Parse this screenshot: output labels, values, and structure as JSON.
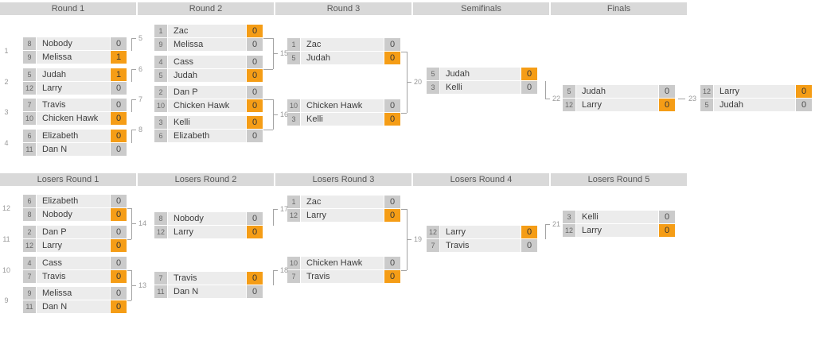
{
  "colors": {
    "accent": "#F59D16",
    "header_bg": "#D9D9D9",
    "name_bg": "#ECECEC",
    "box_bg": "#CBCBCB",
    "line": "#A3A3A3",
    "page_bg": "#FFFFFF"
  },
  "winners": {
    "rounds": [
      {
        "header": "Round 1",
        "matches": [
          {
            "label": "1",
            "players": [
              {
                "seed": "8",
                "name": "Nobody",
                "score": "0",
                "winner": false
              },
              {
                "seed": "9",
                "name": "Melissa",
                "score": "1",
                "winner": true
              }
            ]
          },
          {
            "label": "2",
            "players": [
              {
                "seed": "5",
                "name": "Judah",
                "score": "1",
                "winner": true
              },
              {
                "seed": "12",
                "name": "Larry",
                "score": "0",
                "winner": false
              }
            ]
          },
          {
            "label": "3",
            "players": [
              {
                "seed": "7",
                "name": "Travis",
                "score": "0",
                "winner": false
              },
              {
                "seed": "10",
                "name": "Chicken Hawk",
                "score": "0",
                "winner": true
              }
            ]
          },
          {
            "label": "4",
            "players": [
              {
                "seed": "6",
                "name": "Elizabeth",
                "score": "0",
                "winner": true
              },
              {
                "seed": "11",
                "name": "Dan N",
                "score": "0",
                "winner": false
              }
            ]
          }
        ]
      },
      {
        "header": "Round 2",
        "matches": [
          {
            "players": [
              {
                "seed": "1",
                "name": "Zac",
                "score": "0",
                "winner": true
              },
              {
                "seed": "9",
                "name": "Melissa",
                "score": "0",
                "winner": false
              }
            ]
          },
          {
            "players": [
              {
                "seed": "4",
                "name": "Cass",
                "score": "0",
                "winner": false
              },
              {
                "seed": "5",
                "name": "Judah",
                "score": "0",
                "winner": true
              }
            ]
          },
          {
            "players": [
              {
                "seed": "2",
                "name": "Dan P",
                "score": "0",
                "winner": false
              },
              {
                "seed": "10",
                "name": "Chicken Hawk",
                "score": "0",
                "winner": true
              }
            ]
          },
          {
            "players": [
              {
                "seed": "3",
                "name": "Kelli",
                "score": "0",
                "winner": true
              },
              {
                "seed": "6",
                "name": "Elizabeth",
                "score": "0",
                "winner": false
              }
            ]
          }
        ]
      },
      {
        "header": "Round 3",
        "matches": [
          {
            "players": [
              {
                "seed": "1",
                "name": "Zac",
                "score": "0",
                "winner": false
              },
              {
                "seed": "5",
                "name": "Judah",
                "score": "0",
                "winner": true
              }
            ]
          },
          {
            "players": [
              {
                "seed": "10",
                "name": "Chicken Hawk",
                "score": "0",
                "winner": false
              },
              {
                "seed": "3",
                "name": "Kelli",
                "score": "0",
                "winner": true
              }
            ]
          }
        ]
      },
      {
        "header": "Semifinals",
        "matches": [
          {
            "players": [
              {
                "seed": "5",
                "name": "Judah",
                "score": "0",
                "winner": true
              },
              {
                "seed": "3",
                "name": "Kelli",
                "score": "0",
                "winner": false
              }
            ]
          }
        ]
      },
      {
        "header": "Finals",
        "matches": [
          {
            "players": [
              {
                "seed": "5",
                "name": "Judah",
                "score": "0",
                "winner": false
              },
              {
                "seed": "12",
                "name": "Larry",
                "score": "0",
                "winner": true
              }
            ]
          }
        ]
      },
      {
        "header": "",
        "matches": [
          {
            "players": [
              {
                "seed": "12",
                "name": "Larry",
                "score": "0",
                "winner": true
              },
              {
                "seed": "5",
                "name": "Judah",
                "score": "0",
                "winner": false
              }
            ]
          }
        ]
      }
    ]
  },
  "losers": {
    "rounds": [
      {
        "header": "Losers Round 1",
        "matches": [
          {
            "label": "12",
            "players": [
              {
                "seed": "6",
                "name": "Elizabeth",
                "score": "0",
                "winner": false
              },
              {
                "seed": "8",
                "name": "Nobody",
                "score": "0",
                "winner": true
              }
            ]
          },
          {
            "label": "11",
            "players": [
              {
                "seed": "2",
                "name": "Dan P",
                "score": "0",
                "winner": false
              },
              {
                "seed": "12",
                "name": "Larry",
                "score": "0",
                "winner": true
              }
            ]
          },
          {
            "label": "10",
            "players": [
              {
                "seed": "4",
                "name": "Cass",
                "score": "0",
                "winner": false
              },
              {
                "seed": "7",
                "name": "Travis",
                "score": "0",
                "winner": true
              }
            ]
          },
          {
            "label": "9",
            "players": [
              {
                "seed": "9",
                "name": "Melissa",
                "score": "0",
                "winner": false
              },
              {
                "seed": "11",
                "name": "Dan N",
                "score": "0",
                "winner": true
              }
            ]
          }
        ]
      },
      {
        "header": "Losers Round 2",
        "matches": [
          {
            "players": [
              {
                "seed": "8",
                "name": "Nobody",
                "score": "0",
                "winner": false
              },
              {
                "seed": "12",
                "name": "Larry",
                "score": "0",
                "winner": true
              }
            ]
          },
          {
            "players": [
              {
                "seed": "7",
                "name": "Travis",
                "score": "0",
                "winner": true
              },
              {
                "seed": "11",
                "name": "Dan N",
                "score": "0",
                "winner": false
              }
            ]
          }
        ]
      },
      {
        "header": "Losers Round 3",
        "matches": [
          {
            "players": [
              {
                "seed": "1",
                "name": "Zac",
                "score": "0",
                "winner": false
              },
              {
                "seed": "12",
                "name": "Larry",
                "score": "0",
                "winner": true
              }
            ]
          },
          {
            "players": [
              {
                "seed": "10",
                "name": "Chicken Hawk",
                "score": "0",
                "winner": false
              },
              {
                "seed": "7",
                "name": "Travis",
                "score": "0",
                "winner": true
              }
            ]
          }
        ]
      },
      {
        "header": "Losers Round 4",
        "matches": [
          {
            "players": [
              {
                "seed": "12",
                "name": "Larry",
                "score": "0",
                "winner": true
              },
              {
                "seed": "7",
                "name": "Travis",
                "score": "0",
                "winner": false
              }
            ]
          }
        ]
      },
      {
        "header": "Losers Round 5",
        "matches": [
          {
            "players": [
              {
                "seed": "3",
                "name": "Kelli",
                "score": "0",
                "winner": false
              },
              {
                "seed": "12",
                "name": "Larry",
                "score": "0",
                "winner": true
              }
            ]
          }
        ]
      }
    ]
  },
  "connectors": {
    "winners": [
      {
        "type": "elbow",
        "label": "5",
        "from": [
          0,
          0
        ],
        "to": [
          1,
          0
        ]
      },
      {
        "type": "elbow",
        "label": "6",
        "from": [
          0,
          1
        ],
        "to": [
          1,
          1
        ]
      },
      {
        "type": "elbow",
        "label": "7",
        "from": [
          0,
          2
        ],
        "to": [
          1,
          2
        ]
      },
      {
        "type": "elbow",
        "label": "8",
        "from": [
          0,
          3
        ],
        "to": [
          1,
          3
        ]
      },
      {
        "type": "converge",
        "label": "15",
        "from": [
          1,
          0,
          1
        ],
        "to": [
          2,
          0
        ]
      },
      {
        "type": "converge",
        "label": "16",
        "from": [
          1,
          2,
          3
        ],
        "to": [
          2,
          1
        ]
      },
      {
        "type": "converge",
        "label": "20",
        "from": [
          2,
          0,
          1
        ],
        "to": [
          3,
          0
        ]
      },
      {
        "type": "elbow",
        "label": "22",
        "from": [
          3,
          0
        ],
        "to": [
          4,
          0
        ]
      },
      {
        "type": "dash",
        "label": "23",
        "from": [
          4,
          0
        ],
        "to": [
          5,
          0
        ]
      }
    ],
    "losers": [
      {
        "type": "converge",
        "label": "14",
        "from": [
          0,
          0,
          1
        ],
        "to": [
          1,
          0
        ]
      },
      {
        "type": "converge",
        "label": "13",
        "from": [
          0,
          2,
          3
        ],
        "to": [
          1,
          1
        ]
      },
      {
        "type": "elbow",
        "label": "17",
        "from": [
          1,
          0
        ],
        "to": [
          2,
          0
        ]
      },
      {
        "type": "elbow",
        "label": "18",
        "from": [
          1,
          1
        ],
        "to": [
          2,
          1
        ]
      },
      {
        "type": "converge",
        "label": "19",
        "from": [
          2,
          0,
          1
        ],
        "to": [
          3,
          0
        ]
      },
      {
        "type": "elbow",
        "label": "21",
        "from": [
          3,
          0
        ],
        "to": [
          4,
          0
        ]
      }
    ]
  }
}
